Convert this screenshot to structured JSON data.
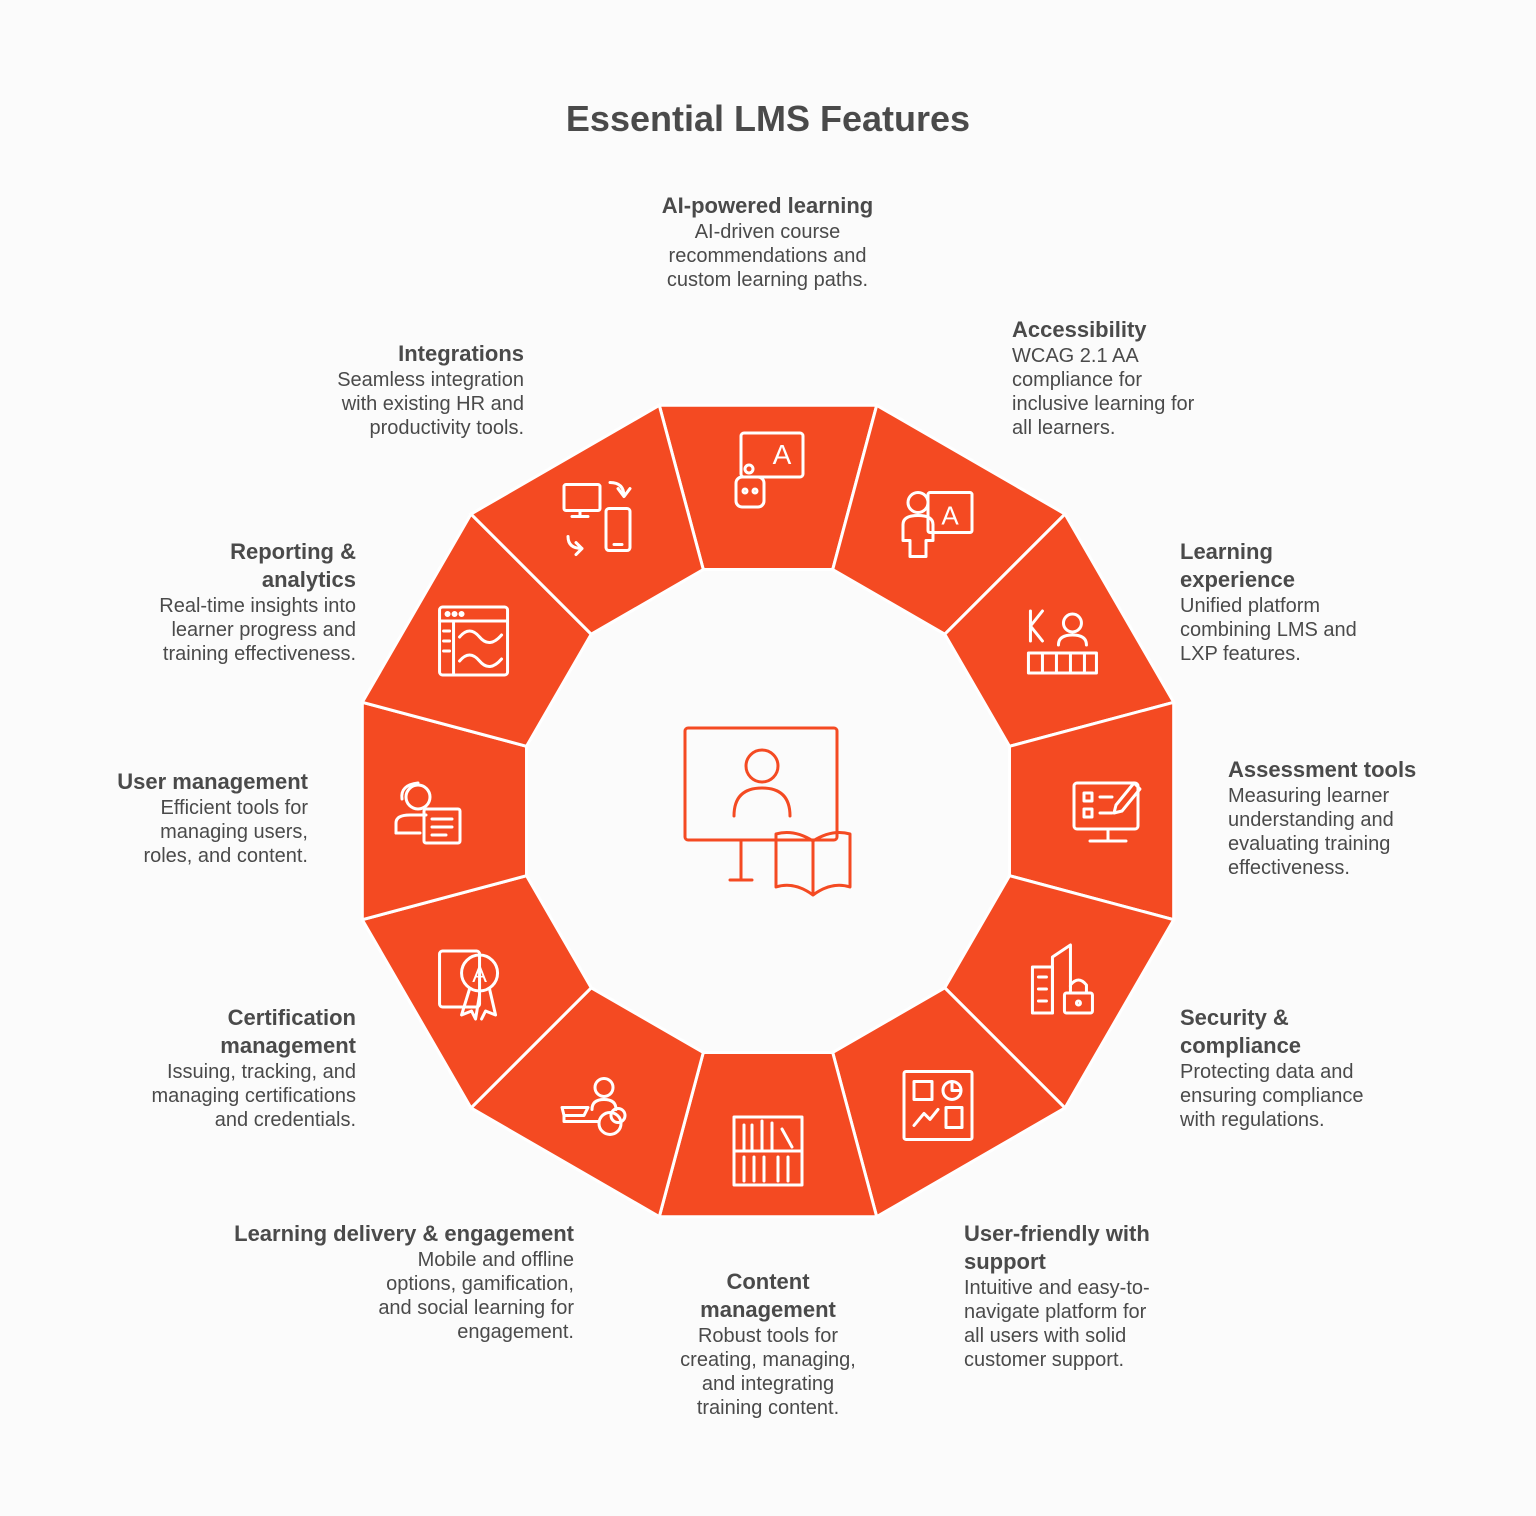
{
  "title": "Essential LMS Features",
  "colors": {
    "segment": "#f44a22",
    "segment_stroke": "#ffffff",
    "text": "#4a4a4a",
    "background": "#fbfbfb"
  },
  "center": {
    "icon": "teacher-monitor-book-icon"
  },
  "features": [
    {
      "title": "AI-powered learning",
      "description": "AI-driven course recommendations and custom learning paths.",
      "icon": "ai-robot-board-icon"
    },
    {
      "title": "Accessibility",
      "description": "WCAG 2.1 AA compliance for inclusive learning for all learners.",
      "icon": "person-board-icon"
    },
    {
      "title": "Learning experience",
      "description": "Unified platform combining LMS and LXP features.",
      "icon": "learning-platform-icon"
    },
    {
      "title": "Assessment tools",
      "description": "Measuring learner understanding and evaluating training effectiveness.",
      "icon": "assessment-monitor-icon"
    },
    {
      "title": "Security & compliance",
      "description": "Protecting data and ensuring compliance with regulations.",
      "icon": "building-lock-icon"
    },
    {
      "title": "User-friendly with support",
      "description": "Intuitive and easy-to-navigate platform for all users with solid customer support.",
      "icon": "dashboard-icon"
    },
    {
      "title": "Content management",
      "description": "Robust tools for creating, managing, and integrating training content.",
      "icon": "bookshelf-icon"
    },
    {
      "title": "Learning delivery & engagement",
      "description": "Mobile and offline options, gamification, and social learning for engagement.",
      "icon": "laptop-user-icon"
    },
    {
      "title": "Certification management",
      "description": "Issuing, tracking, and managing certifications and credentials.",
      "icon": "certificate-badge-icon"
    },
    {
      "title": "User management",
      "description": "Efficient tools for managing users, roles, and content.",
      "icon": "user-document-icon"
    },
    {
      "title": "Reporting & analytics",
      "description": "Real-time insights into learner progress and training effectiveness.",
      "icon": "analytics-window-icon"
    },
    {
      "title": "Integrations",
      "description": "Seamless integration with existing HR and productivity tools.",
      "icon": "devices-sync-icon"
    }
  ]
}
